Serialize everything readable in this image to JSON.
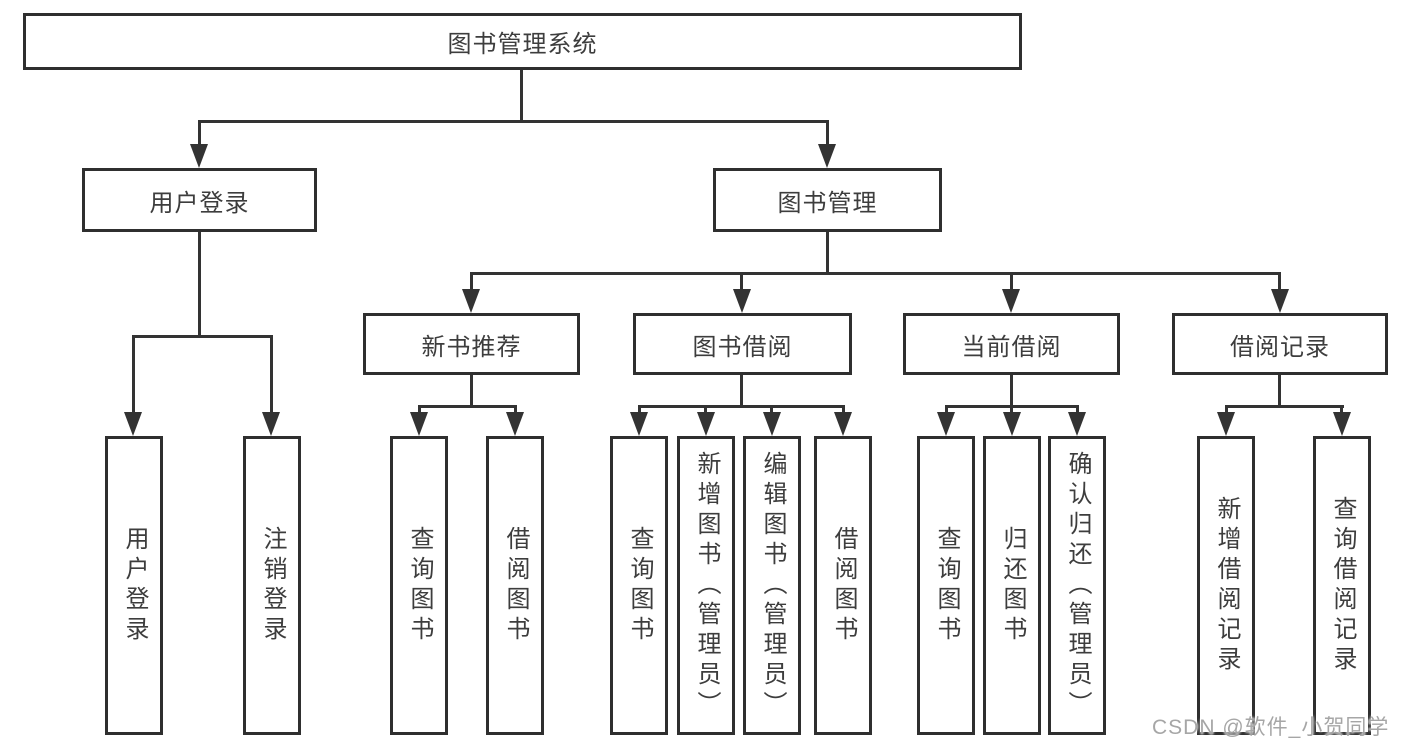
{
  "diagram": {
    "root": {
      "label": "图书管理系统"
    },
    "branches": [
      {
        "label": "用户登录",
        "children": [
          {
            "label": "用户登录"
          },
          {
            "label": "注销登录"
          }
        ]
      },
      {
        "label": "图书管理",
        "sections": [
          {
            "label": "新书推荐",
            "children": [
              {
                "label": "查询图书"
              },
              {
                "label": "借阅图书"
              }
            ]
          },
          {
            "label": "图书借阅",
            "children": [
              {
                "label": "查询图书"
              },
              {
                "label": "新增图书（管理员）"
              },
              {
                "label": "编辑图书（管理员）"
              },
              {
                "label": "借阅图书"
              }
            ]
          },
          {
            "label": "当前借阅",
            "children": [
              {
                "label": "查询图书"
              },
              {
                "label": "归还图书"
              },
              {
                "label": "确认归还（管理员）"
              }
            ]
          },
          {
            "label": "借阅记录",
            "children": [
              {
                "label": "新增借阅记录"
              },
              {
                "label": "查询借阅记录"
              }
            ]
          }
        ]
      }
    ]
  },
  "watermark": {
    "text": "CSDN @软件_小贺同学"
  },
  "colors": {
    "line": "#333333",
    "border": "#2f2f2f",
    "text": "#3d3d3d",
    "watermark": "#9e9e9e",
    "background": "#ffffff"
  }
}
